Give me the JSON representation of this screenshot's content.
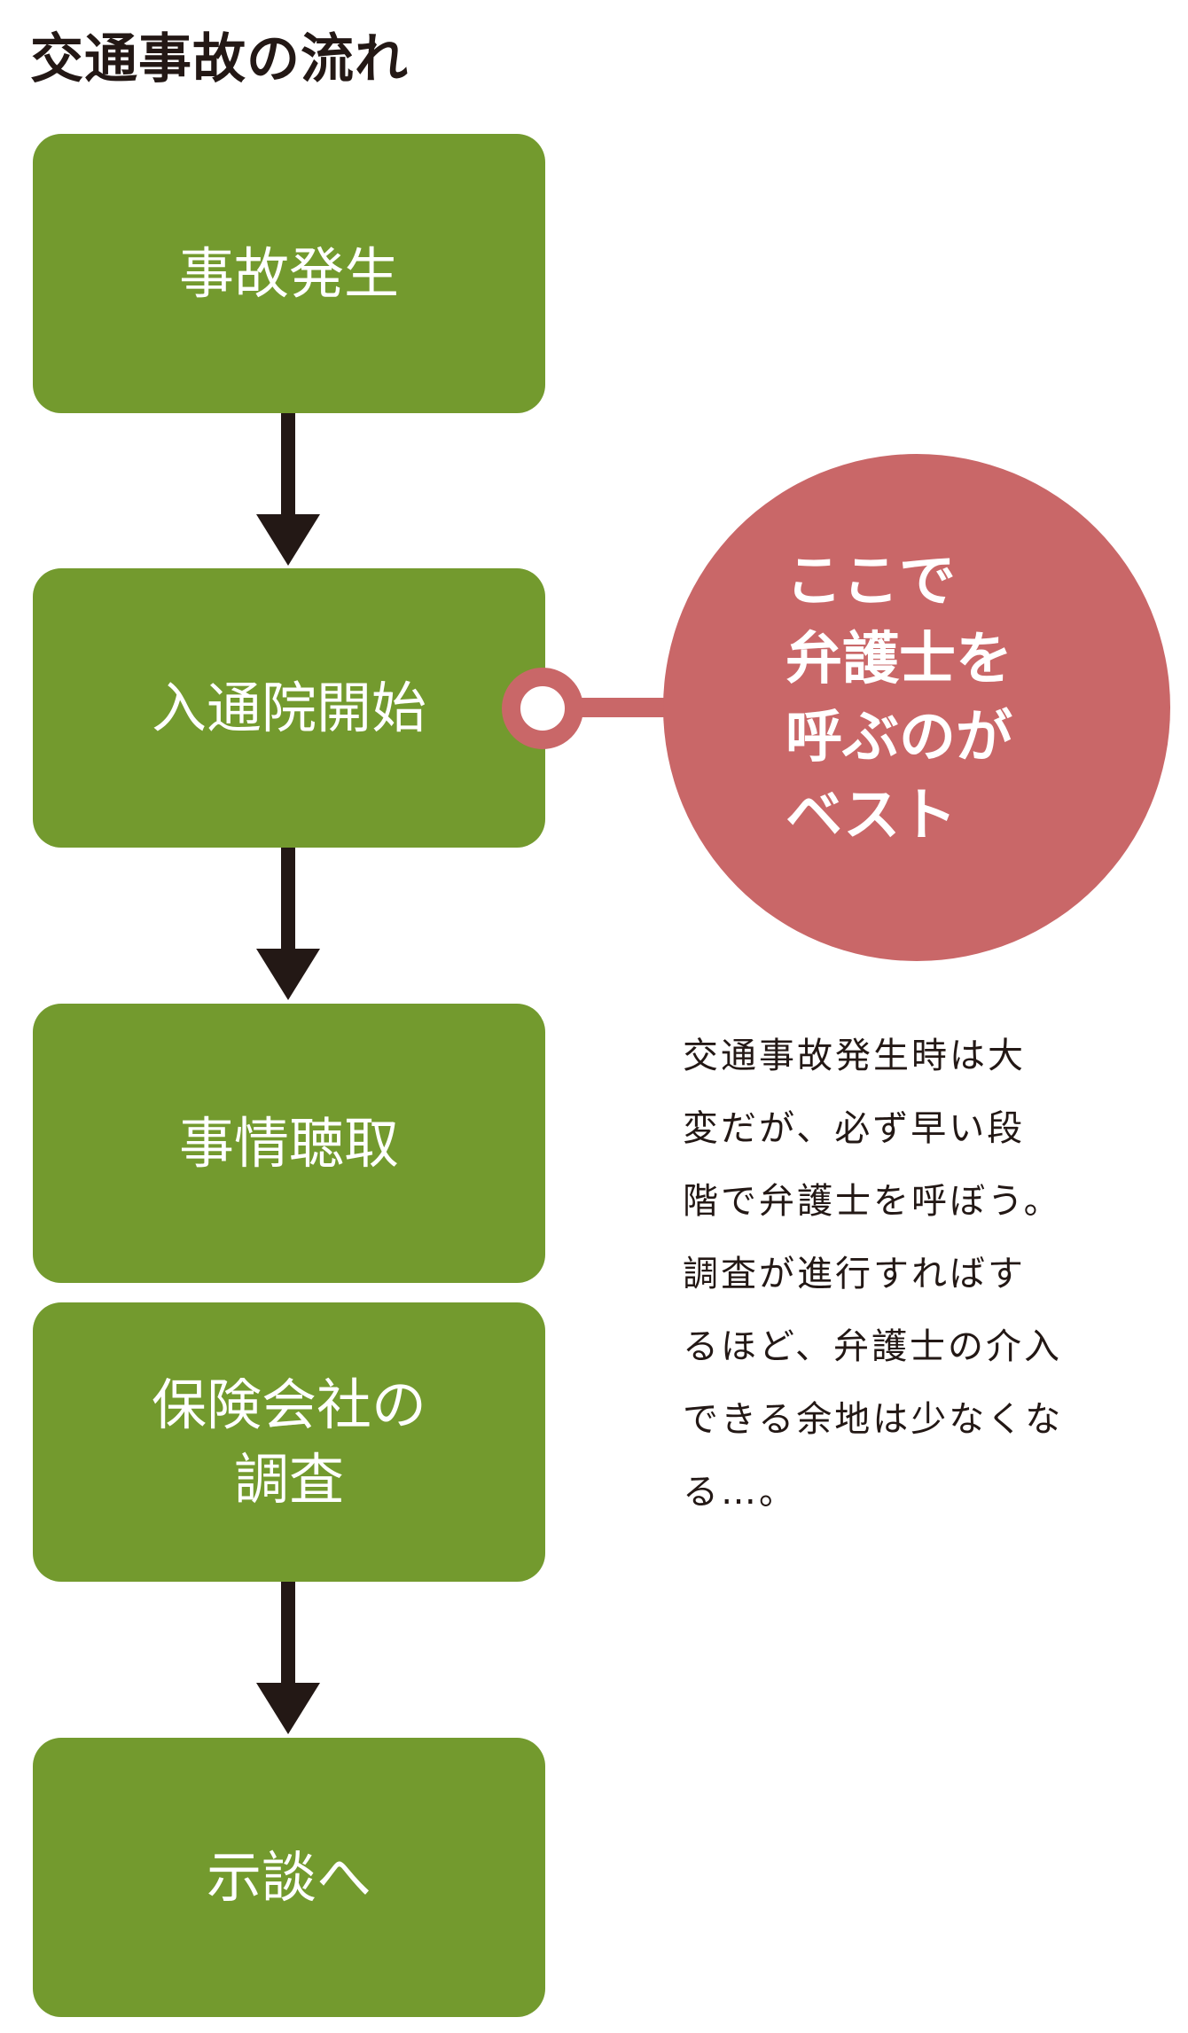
{
  "title": "交通事故の流れ",
  "steps": [
    {
      "label": "事故発生"
    },
    {
      "label": "入通院開始"
    },
    {
      "label": "事情聴取"
    },
    {
      "label": "保険会社の\n調査"
    },
    {
      "label": "示談へ"
    }
  ],
  "callout": {
    "text": "ここで\n弁護士を\n呼ぶのが\nベスト"
  },
  "note": {
    "lines": [
      "交通事故発生時は大",
      "変だが、必ず早い段",
      "階で弁護士を呼ぼう。",
      "調査が進行すればす",
      "るほど、弁護士の介入",
      "できる余地は少なくな",
      "る…。"
    ]
  },
  "colors": {
    "step": "#739a2e",
    "callout": "#c96768",
    "arrow": "#231815"
  }
}
